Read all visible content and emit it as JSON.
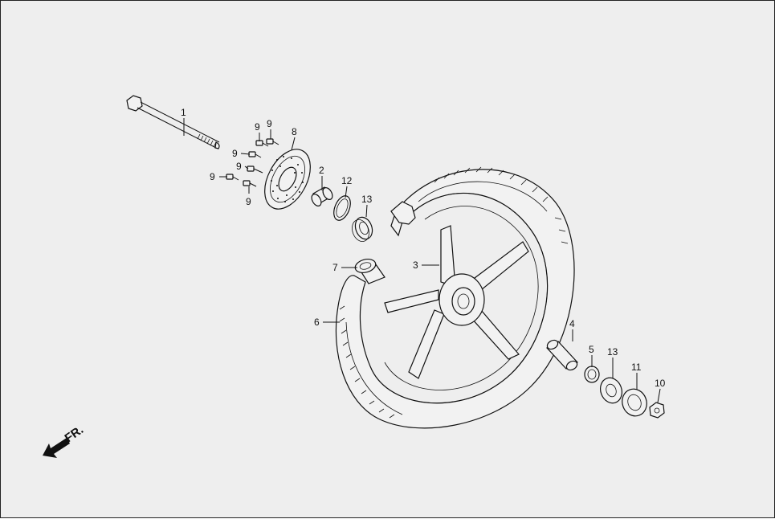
{
  "diagram": {
    "callouts": [
      {
        "id": "c1",
        "label": "1"
      },
      {
        "id": "c2",
        "label": "2"
      },
      {
        "id": "c3",
        "label": "3"
      },
      {
        "id": "c4",
        "label": "4"
      },
      {
        "id": "c5",
        "label": "5"
      },
      {
        "id": "c6",
        "label": "6"
      },
      {
        "id": "c7",
        "label": "7"
      },
      {
        "id": "c8",
        "label": "8"
      },
      {
        "id": "c9a",
        "label": "9"
      },
      {
        "id": "c9b",
        "label": "9"
      },
      {
        "id": "c9c",
        "label": "9"
      },
      {
        "id": "c9d",
        "label": "9"
      },
      {
        "id": "c9e",
        "label": "9"
      },
      {
        "id": "c9f",
        "label": "9"
      },
      {
        "id": "c10",
        "label": "10"
      },
      {
        "id": "c11",
        "label": "11"
      },
      {
        "id": "c12",
        "label": "12"
      },
      {
        "id": "c13a",
        "label": "13"
      },
      {
        "id": "c13b",
        "label": "13"
      }
    ],
    "direction_label": "FR."
  }
}
